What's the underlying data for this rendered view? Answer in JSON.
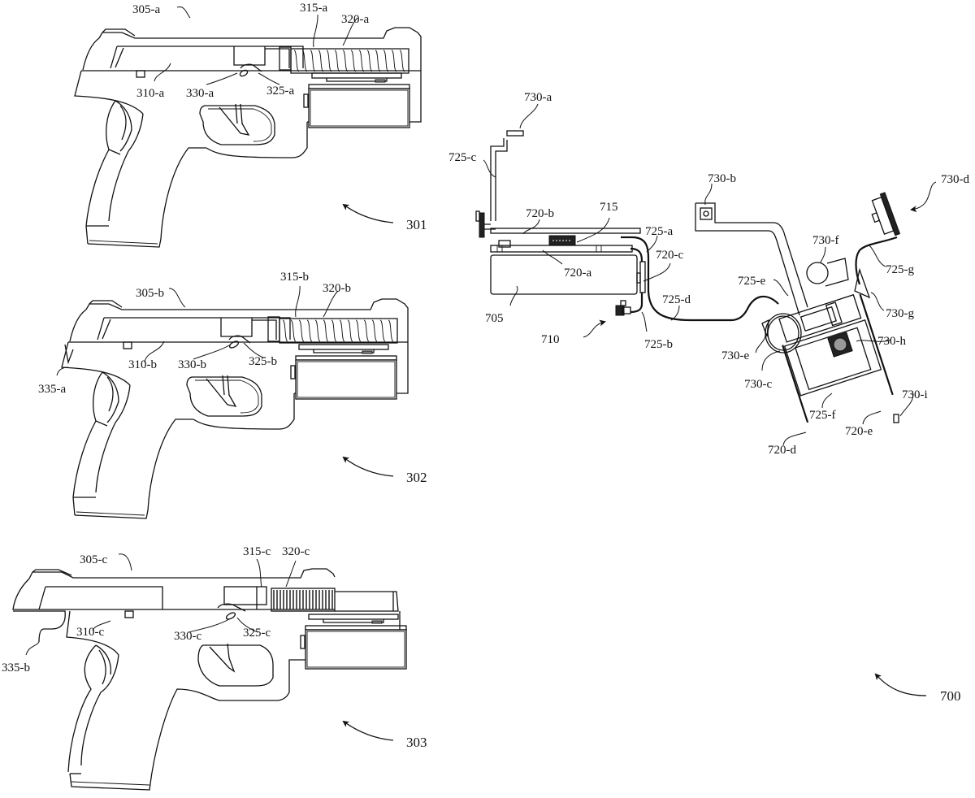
{
  "figures": [
    {
      "id": "301",
      "label": "301",
      "callouts": {
        "slide": "305-a",
        "barrel": "310-a",
        "spring": "315-a",
        "rod": "320-a",
        "latch": "325-a",
        "pin": "330-a"
      }
    },
    {
      "id": "302",
      "label": "302",
      "callouts": {
        "slide": "305-b",
        "barrel": "310-b",
        "spring": "315-b",
        "rod": "320-b",
        "latch": "325-b",
        "pin": "330-b",
        "tip": "335-a"
      }
    },
    {
      "id": "303",
      "label": "303",
      "callouts": {
        "slide": "305-c",
        "barrel": "310-c",
        "spring": "315-c",
        "rod": "320-c",
        "latch": "325-c",
        "pin": "330-c",
        "tip": "335-b"
      }
    }
  ],
  "assembly": {
    "label": "700",
    "callouts": {
      "c705": "705",
      "c710": "710",
      "c715": "715",
      "c720a": "720-a",
      "c720b": "720-b",
      "c720c": "720-c",
      "c720d": "720-d",
      "c720e": "720-e",
      "c725a": "725-a",
      "c725b": "725-b",
      "c725c": "725-c",
      "c725d": "725-d",
      "c725e": "725-e",
      "c725f": "725-f",
      "c725g": "725-g",
      "c730a": "730-a",
      "c730b": "730-b",
      "c730c": "730-c",
      "c730d": "730-d",
      "c730e": "730-e",
      "c730f": "730-f",
      "c730g": "730-g",
      "c730h": "730-h",
      "c730i": "730-i"
    }
  }
}
